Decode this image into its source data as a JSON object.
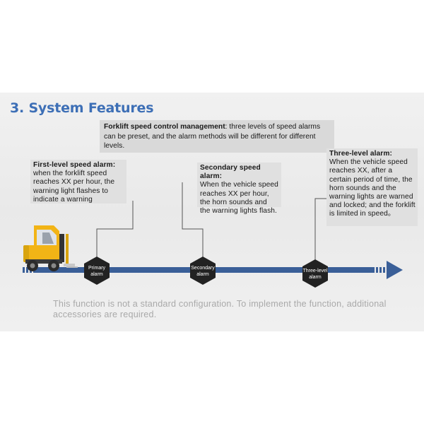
{
  "title": "3. System Features",
  "intro": {
    "bold": "Forklift speed control management",
    "text": ": three levels of speed alarms can be preset, and the alarm methods will be different for different levels."
  },
  "alarms": [
    {
      "heading": "First-level speed alarm:",
      "text": "when the forklift speed reaches XX per hour, the warning light flashes to indicate a warning",
      "marker_line1": "Primary",
      "marker_line2": "alarm"
    },
    {
      "heading": "Secondary speed alarm:",
      "text": "When the vehicle speed reaches XX per hour, the horn sounds and the warning lights flash.",
      "marker_line1": "Secondary",
      "marker_line2": "alarm"
    },
    {
      "heading": "Three-level alarm:",
      "text": "When the vehicle speed reaches XX, after a certain period of time, the horn sounds and the warning lights are warned and locked; and the forklift is limited in speed。",
      "marker_line1": "Three-level",
      "marker_line2": "alarm"
    }
  ],
  "footer": "This function is not a standard configuration. To implement the function, additional accessories are required.",
  "colors": {
    "title": "#3d6fb6",
    "arrow": "#3a5f98",
    "marker": "#222222",
    "forklift_body": "#f2b416",
    "footer_text": "#a9a9a9"
  },
  "icons": [
    "forklift-icon",
    "timeline-arrow-icon",
    "hexagon-marker-icon"
  ]
}
